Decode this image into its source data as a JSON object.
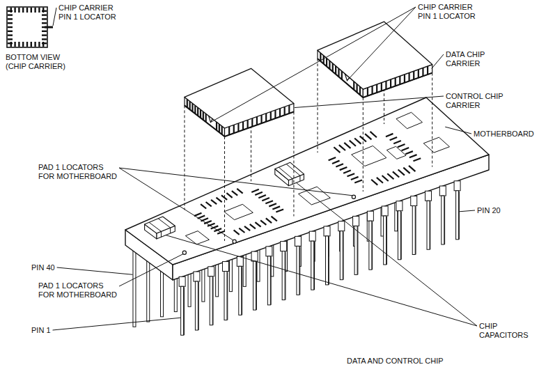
{
  "diagram": {
    "caption": "DATA AND CONTROL CHIP",
    "labels": [
      "CHIP CARRIER PIN 1 LOCATOR",
      "BOTTOM VIEW (CHIP CARRIER)",
      "CHIP CARRIER PIN 1 LOCATOR",
      "DATA CHIP CARRIER",
      "CONTROL CHIP CARRIER",
      "MOTHERBOARD",
      "PAD 1 LOCATORS FOR MOTHERBOARD",
      "PIN 20",
      "PIN 40",
      "CHIP CAPACITORS",
      "PAD 1 LOCATORS FOR MOTHERBOARD",
      "PIN 1"
    ]
  }
}
